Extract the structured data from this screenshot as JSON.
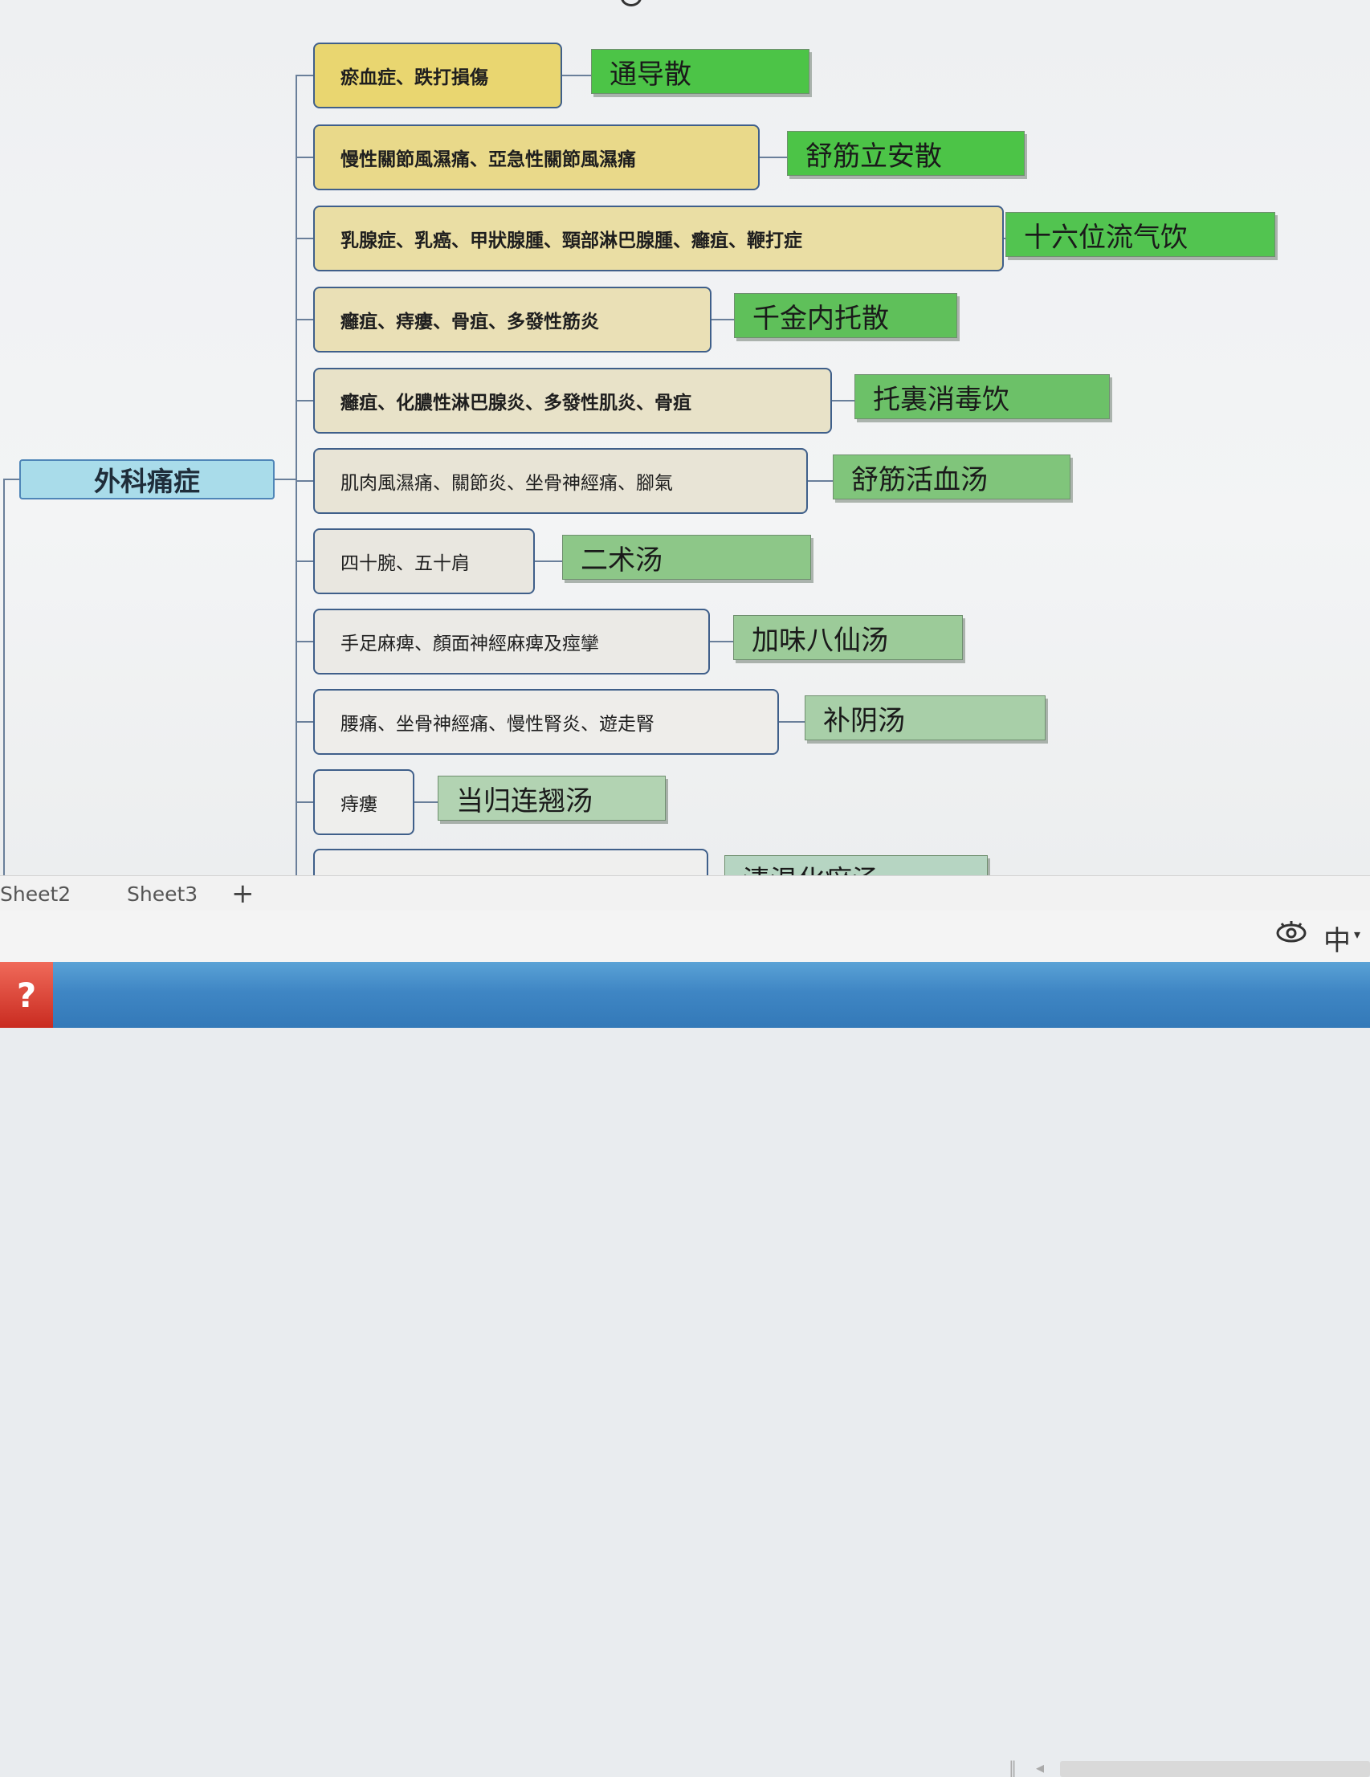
{
  "mindmap": {
    "root": "外科痛症",
    "branches": [
      {
        "condition": "瘀血症、跌打損傷",
        "formula": "通导散",
        "condition_bg": "#e9d670",
        "formula_bg": "#4cc447"
      },
      {
        "condition": "慢性關節風濕痛、亞急性關節風濕痛",
        "formula": "舒筋立安散",
        "condition_bg": "#e9d98a",
        "formula_bg": "#4cc447"
      },
      {
        "condition": "乳腺症、乳癌、甲狀腺腫、頸部淋巴腺腫、癰疽、鞭打症",
        "formula": "十六位流气饮",
        "condition_bg": "#eadea4",
        "formula_bg": "#52c450"
      },
      {
        "condition": "癰疽、痔瘻、骨疽、多發性筋炎",
        "formula": "千金内托散",
        "condition_bg": "#eae0b6",
        "formula_bg": "#5fc05a"
      },
      {
        "condition": "癰疽、化膿性淋巴腺炎、多發性肌炎、骨疽",
        "formula": "托裏消毒饮",
        "condition_bg": "#e8e2c8",
        "formula_bg": "#6cc168"
      },
      {
        "condition": "肌肉風濕痛、關節炎、坐骨神經痛、腳氣",
        "formula": "舒筋活血汤",
        "condition_bg": "#e8e4d6",
        "formula_bg": "#80c57b"
      },
      {
        "condition": "四十腕、五十肩",
        "formula": "二术汤",
        "condition_bg": "#e9e7e0",
        "formula_bg": "#8dc788"
      },
      {
        "condition": "手足麻痺、顏面神經麻痺及痙攣",
        "formula": "加味八仙汤",
        "condition_bg": "#ebeae6",
        "formula_bg": "#9ccb99"
      },
      {
        "condition": "腰痛、坐骨神經痛、慢性腎炎、遊走腎",
        "formula": "补阴汤",
        "condition_bg": "#eeedea",
        "formula_bg": "#a8cfa8"
      },
      {
        "condition": "痔瘻",
        "formula": "当归连翘汤",
        "condition_bg": "#eeeeec",
        "formula_bg": "#b2d3b2"
      },
      {
        "condition": "",
        "formula": "清温化瘀汤",
        "condition_bg": "#efefee",
        "formula_bg": "#b6d5c2"
      }
    ]
  },
  "tabs": {
    "sheet2": "Sheet2",
    "sheet3": "Sheet3",
    "add": "+"
  },
  "status": {
    "eye_icon": "eye-icon",
    "ime": "中"
  }
}
